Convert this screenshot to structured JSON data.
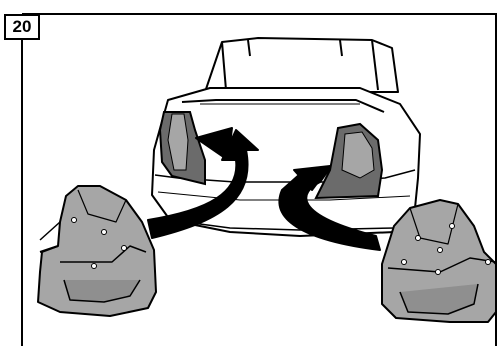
{
  "step": {
    "number": "20"
  },
  "illustration": {
    "subject": "car-trunk-taillight-removal",
    "parts": [
      "left-taillight-housing",
      "right-taillight-housing"
    ],
    "colors": {
      "outline": "#000000",
      "arrow": "#000000",
      "part_fill": "#a6a6a6",
      "lens_fill": "#6b6b6b",
      "background": "#ffffff"
    }
  }
}
